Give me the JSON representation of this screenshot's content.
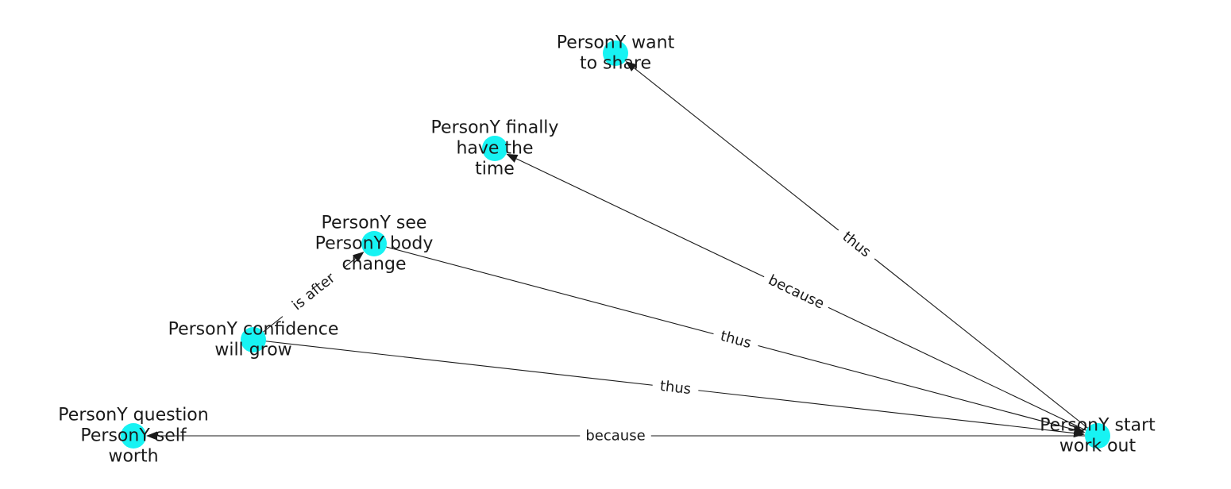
{
  "diagram": {
    "node_color": "#17f3f3",
    "nodes": [
      {
        "id": "want-to-share",
        "lines": [
          "PersonY want",
          "to share"
        ]
      },
      {
        "id": "finally-have-time",
        "lines": [
          "PersonY finally",
          "have the",
          "time"
        ]
      },
      {
        "id": "see-body-change",
        "lines": [
          "PersonY see",
          "PersonY body",
          "change"
        ]
      },
      {
        "id": "confidence-will-grow",
        "lines": [
          "PersonY confidence",
          "will grow"
        ]
      },
      {
        "id": "question-self-worth",
        "lines": [
          "PersonY question",
          "PersonY self",
          "worth"
        ]
      },
      {
        "id": "start-work-out",
        "lines": [
          "PersonY start",
          "work out"
        ]
      }
    ],
    "edges": [
      {
        "source": "start-work-out",
        "target": "want-to-share",
        "label": "thus"
      },
      {
        "source": "start-work-out",
        "target": "finally-have-time",
        "label": "because"
      },
      {
        "source": "see-body-change",
        "target": "start-work-out",
        "label": "thus"
      },
      {
        "source": "confidence-will-grow",
        "target": "start-work-out",
        "label": "thus"
      },
      {
        "source": "confidence-will-grow",
        "target": "see-body-change",
        "label": "is after"
      },
      {
        "source": "start-work-out",
        "target": "question-self-worth",
        "label": "because"
      }
    ]
  }
}
